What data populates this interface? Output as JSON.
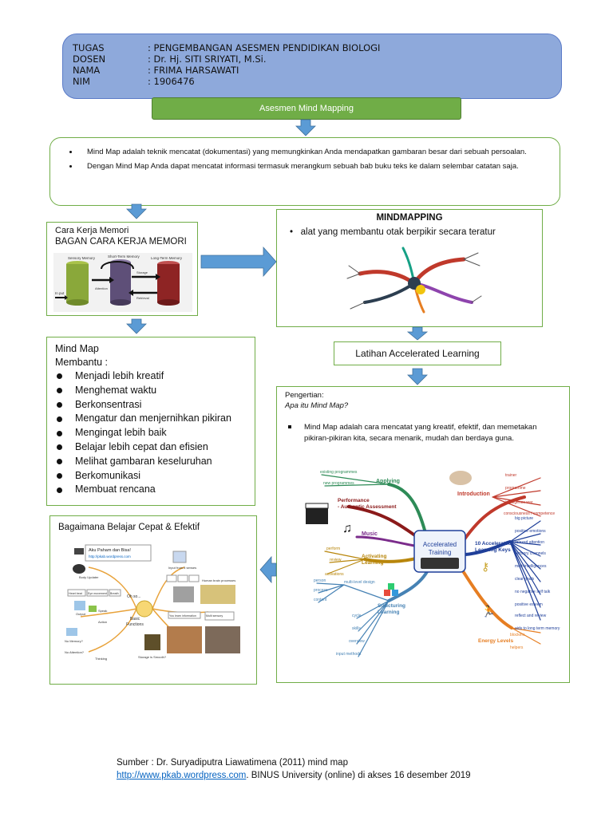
{
  "header": {
    "rows": [
      {
        "key": "TUGAS",
        "value": ": PENGEMBANGAN ASESMEN PENDIDIKAN BIOLOGI"
      },
      {
        "key": "DOSEN",
        "value": ": Dr. Hj. SITI SRIYATI, M.Si."
      },
      {
        "key": "NAMA",
        "value": ": FRIMA HARSAWATI"
      },
      {
        "key": "NIM",
        "value": ": 1906476"
      }
    ]
  },
  "title": "Asesmen Mind Mapping",
  "definition": [
    "Mind Map adalah teknik mencatat (dokumentasi) yang memungkinkan Anda mendapatkan gambaran besar dari sebuah persoalan.",
    "Dengan Mind Map Anda dapat mencatat informasi termasuk merangkum sebuah bab buku teks ke dalam selembar catatan saja."
  ],
  "memori": {
    "title": "Cara Kerja Memori",
    "subtitle": "BAGAN CARA KERJA MEMORI",
    "labels": [
      "Sensory Memory",
      "Short-Term Memory",
      "Long-Term Memory",
      "Attention",
      "Storage",
      "Retrieval",
      "In put"
    ]
  },
  "mindmapping": {
    "title": "MINDMAPPING",
    "bullet": "alat yang membantu otak berpikir secara teratur"
  },
  "mindmap_list": {
    "heading1": "Mind Map",
    "heading2": "Membantu :",
    "items": [
      "Menjadi lebih kreatif",
      "Menghemat waktu",
      "Berkonsentrasi",
      "Mengatur dan menjernihkan pikiran",
      "Mengingat lebih baik",
      "Belajar lebih cepat dan efisien",
      "Melihat gambaran keseluruhan",
      "Berkomunikasi",
      "Membuat rencana"
    ]
  },
  "latihan": "Latihan Accelerated Learning",
  "pengertian": {
    "label": "Pengertian:",
    "question": "Apa itu Mind Map?",
    "text": "Mind Map adalah cara mencatat yang kreatif, efektif, dan memetakan pikiran-pikiran kita, secara menarik, mudah dan berdaya guna."
  },
  "accel_map": {
    "center": [
      "Accelerated",
      "Training"
    ],
    "branches": {
      "applying": "Applying",
      "performance": [
        "Performance",
        "- Authentic Assessment"
      ],
      "music": "Music",
      "activating": [
        "Activating",
        "Learning"
      ],
      "structuring": [
        "Structuring",
        "Learning"
      ],
      "introduction": "Introduction",
      "keys": [
        "10 Accelerated",
        "Learning Keys"
      ],
      "energy": "Energy Levels"
    },
    "applying_items": [
      "existing programmes",
      "new programmes"
    ],
    "activating_items": [
      "perform",
      "review",
      "activations"
    ],
    "structuring_items": [
      "person",
      "process",
      "content",
      "multi-level design",
      "cycle",
      "skills",
      "overview",
      "input methods"
    ],
    "intro_items": [
      "trainer",
      "programme",
      "intelligence war",
      "consciousness / competence"
    ],
    "keys_items": [
      "big picture",
      "positive emotions",
      "relaxed attention",
      "sensory channels",
      "multi intelligences",
      "clear goals",
      "no negative self talk",
      "positive esteem",
      "reflect and review",
      "aids to long term memory"
    ],
    "energy_items": [
      "blockers",
      "helpers"
    ]
  },
  "belajar": {
    "title": "Bagaimana Belajar Cepat & Efektif",
    "bubble": [
      "Aku Paham dan Bisa!",
      "http://pkab.wordpress.com"
    ],
    "labels": [
      "Body Updater",
      "Heart beat",
      "Eye movement",
      "Breath",
      "Output",
      "Speak",
      "Action",
      "Oh so...",
      "Basic",
      "Functions",
      "Input from 5 senses",
      "No Memory?",
      "No Attention?",
      "Thinking",
      "Storage is Smooth?",
      "You learn information",
      "Human brain processes",
      "Multi sensory"
    ]
  },
  "source": {
    "line1": "Sumber : Dr. Suryadiputra Liawatimena (2011)  mind map",
    "link": "http://www.pkab.wordpress.com",
    "line2_rest": ". BINUS University (online) di akses 16 desember 2019"
  },
  "colors": {
    "header_bg": "#8ea9db",
    "accent_green": "#70ad47",
    "arrow_blue": "#5b9bd5",
    "link": "#0563c1"
  }
}
